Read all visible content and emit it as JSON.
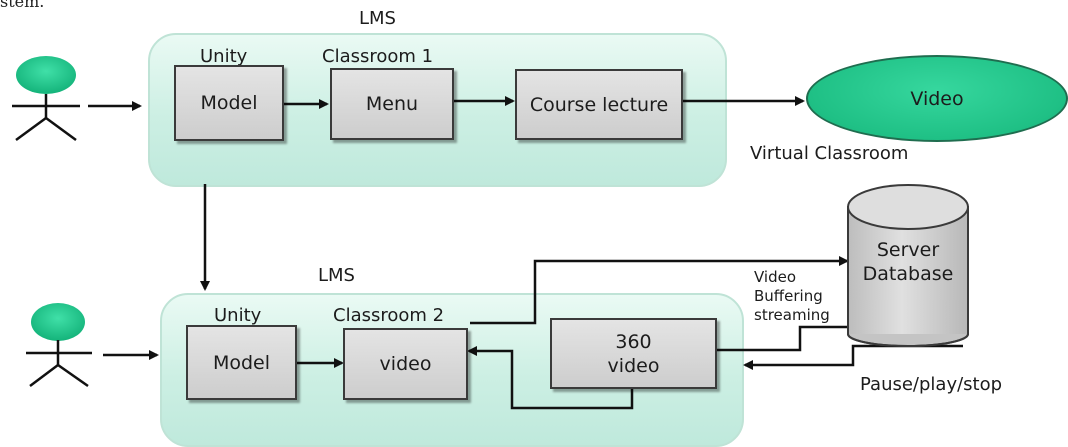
{
  "caption": "stem.",
  "top_section": {
    "lms_label": "LMS",
    "unity_label": "Unity",
    "classroom_label": "Classroom 1",
    "model_box": "Model",
    "menu_box": "Menu",
    "course_box": "Course lecture",
    "video_ellipse": "Video",
    "virtual_label": "Virtual  Classroom"
  },
  "bottom_section": {
    "lms_label": "LMS",
    "unity_label": "Unity",
    "classroom_label": "Classroom 2",
    "model_box": "Model",
    "video_box": "video",
    "video360_line1": "360",
    "video360_line2": "video",
    "stream_line1": "Video",
    "stream_line2": "Buffering",
    "stream_line3": "streaming",
    "controls_label": "Pause/play/stop"
  },
  "database": {
    "line1": "Server",
    "line2": "Database"
  },
  "colors": {
    "panel_fill": "#ccefe3",
    "panel_border": "#bfe3d6",
    "actor_head": "#20c98a",
    "ellipse_fill": "#1fc085",
    "box_fill": "#d6d6d6",
    "cylinder_fill": "#cfcfcf"
  }
}
